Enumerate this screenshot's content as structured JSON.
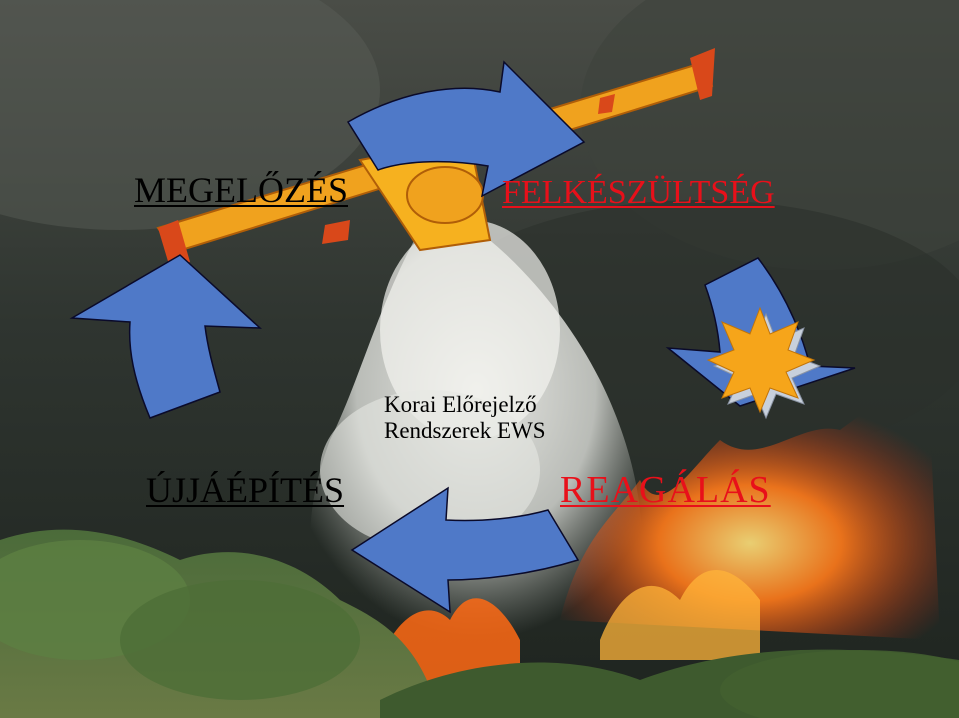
{
  "phases": {
    "megelozes": "MEGELŐZÉS",
    "felkeszultseg": "FELKÉSZÜLTSÉG",
    "reagalas": "REAGÁLÁS",
    "ujjaepites": "ÚJJÁÉPÍTÉS"
  },
  "center_note": {
    "line1": "Korai Előrejelző",
    "line2": "Rendszerek EWS"
  },
  "colors": {
    "arrow_fill": "#4f79c8",
    "arrow_stroke": "#0a0a2a",
    "star_fill": "#f6a51a",
    "phase_black": "#000000",
    "phase_red": "#e8101a"
  },
  "icons": [
    "cycle-arrow-icon",
    "explosion-star-icon"
  ]
}
